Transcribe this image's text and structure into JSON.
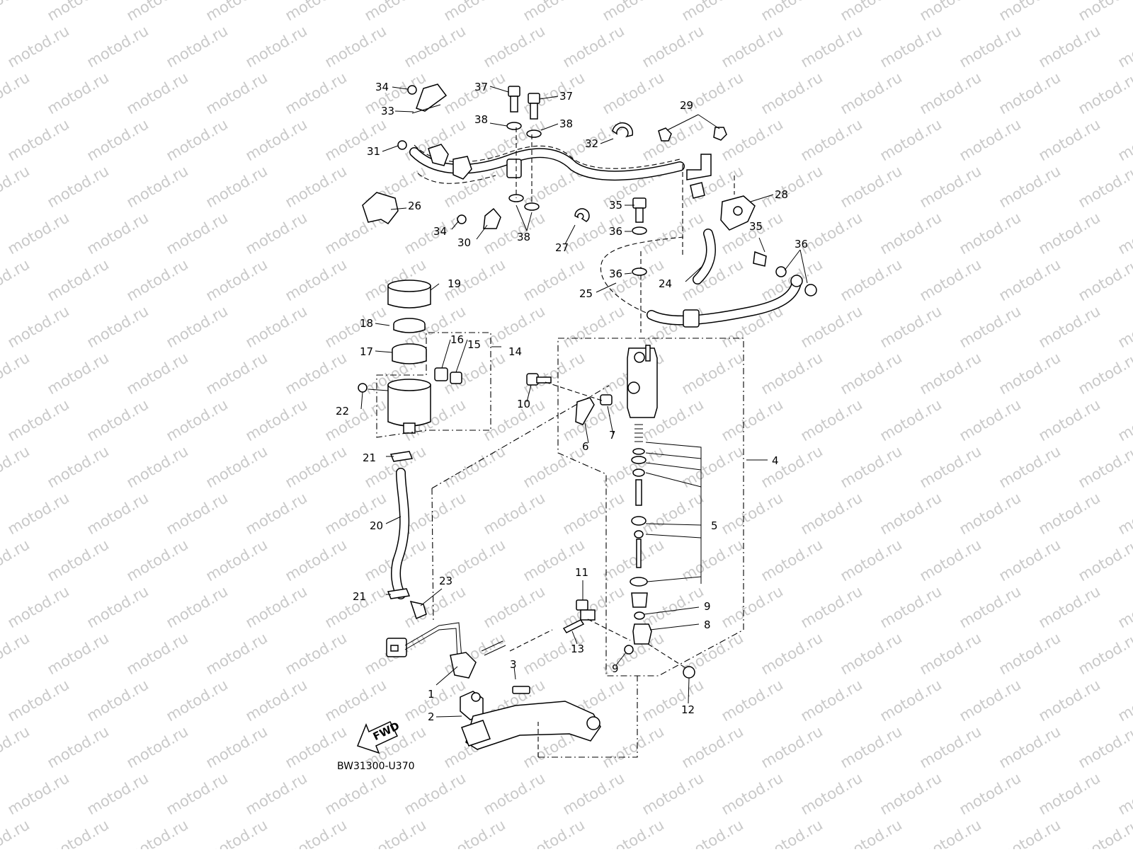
{
  "watermark": "motod.ru",
  "diagram_code": "BW31300-U370",
  "fwd_label": "FWD",
  "labels": {
    "l1": "1",
    "l2": "2",
    "l3": "3",
    "l4": "4",
    "l5": "5",
    "l6": "6",
    "l7": "7",
    "l8": "8",
    "l9a": "9",
    "l9b": "9",
    "l10": "10",
    "l11": "11",
    "l12": "12",
    "l13": "13",
    "l14": "14",
    "l15": "15",
    "l16": "16",
    "l17": "17",
    "l18": "18",
    "l19": "19",
    "l20": "20",
    "l21a": "21",
    "l21b": "21",
    "l22": "22",
    "l23": "23",
    "l24": "24",
    "l25": "25",
    "l26": "26",
    "l27": "27",
    "l28": "28",
    "l29": "29",
    "l30": "30",
    "l31": "31",
    "l32": "32",
    "l33": "33",
    "l34a": "34",
    "l34b": "34",
    "l35a": "35",
    "l35b": "35",
    "l36a": "36",
    "l36b": "36",
    "l36c": "36",
    "l37a": "37",
    "l37b": "37",
    "l38a": "38",
    "l38b": "38",
    "l38c": "38"
  }
}
